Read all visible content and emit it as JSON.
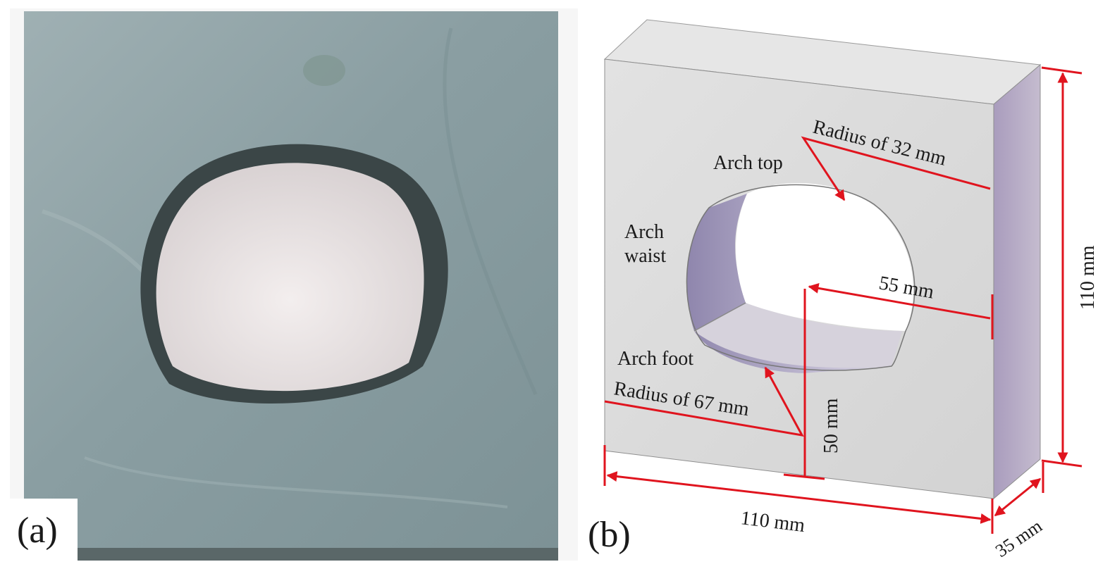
{
  "panel_a": {
    "label": "(a)"
  },
  "panel_b": {
    "label": "(b)",
    "annotations": {
      "arch_top": "Arch top",
      "arch_waist_line1": "Arch",
      "arch_waist_line2": "waist",
      "arch_foot": "Arch foot",
      "radius_top": "Radius of 32 mm",
      "radius_foot": "Radius of 67 mm",
      "dim_55": "55 mm",
      "dim_50": "50 mm",
      "dim_width": "110 mm",
      "dim_height": "110 mm",
      "dim_depth": "35 mm"
    }
  },
  "colors": {
    "dimension_red": "#e0141e",
    "photo_slate": "#8a9ea2",
    "block_face": "#dcdcdc",
    "block_side": "#b7abc7"
  }
}
